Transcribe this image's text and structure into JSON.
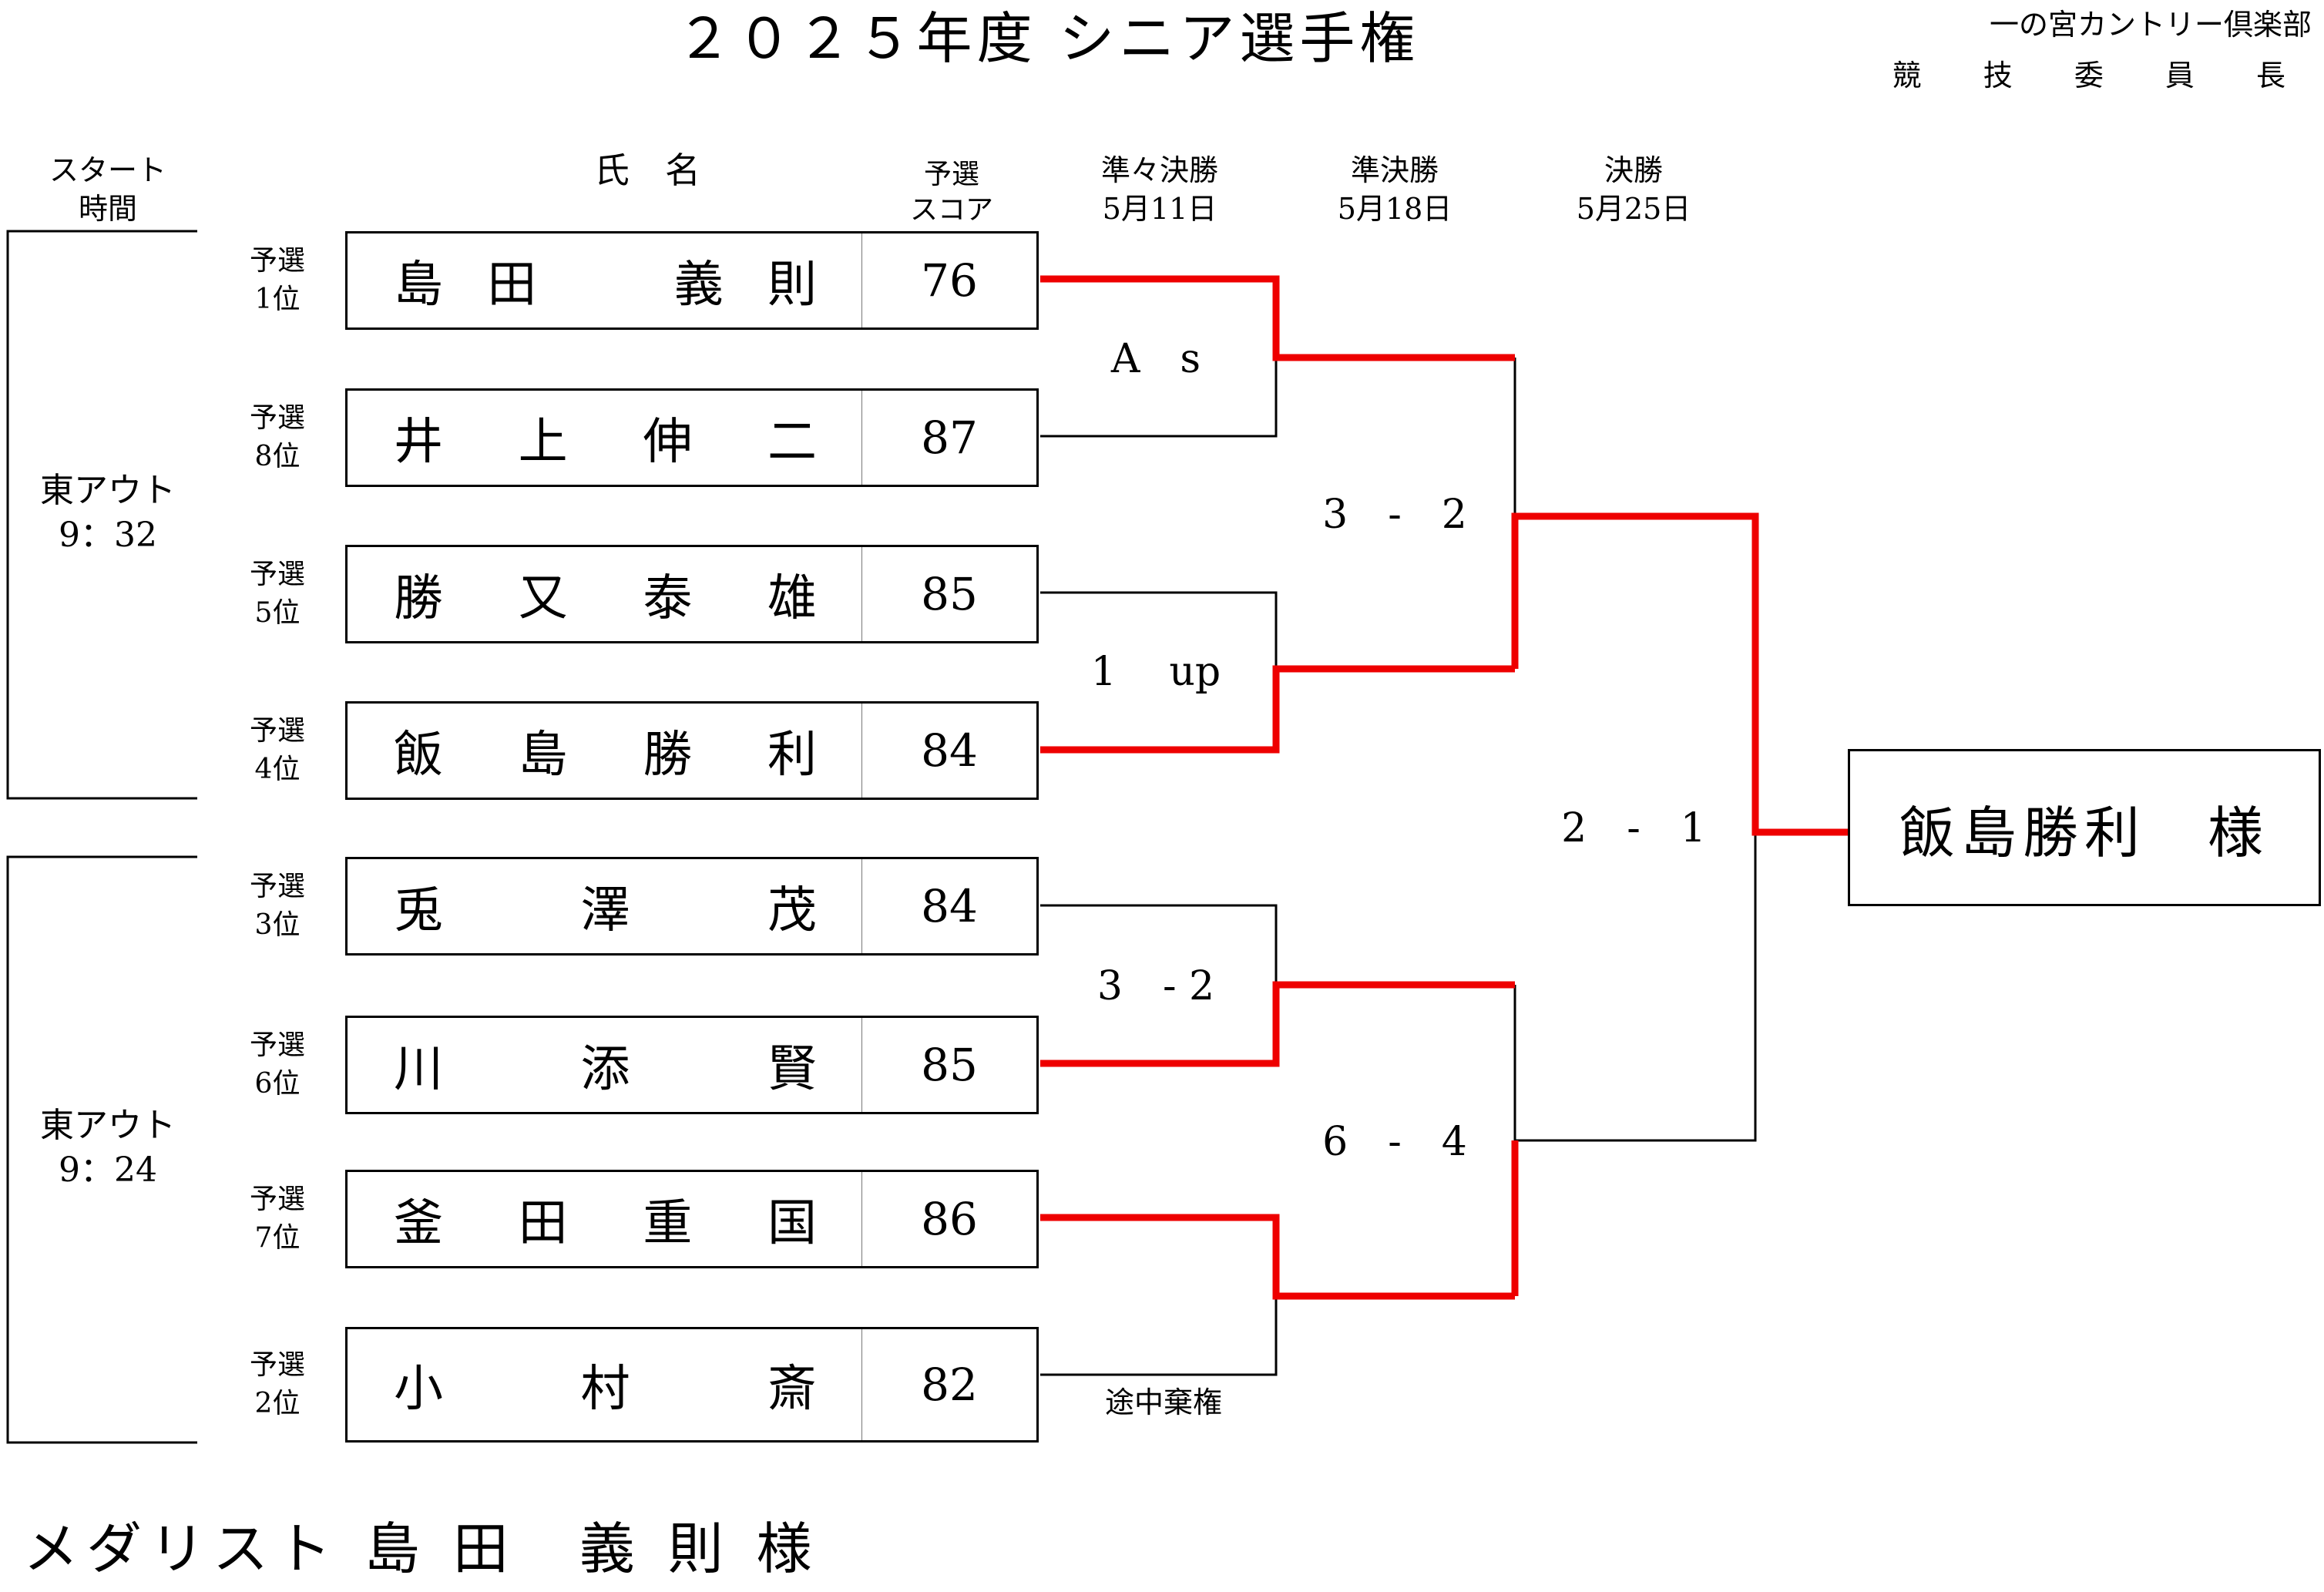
{
  "title": "２０２５年度 シニア選手権",
  "organization": {
    "name": "一の宮カントリー倶楽部",
    "role": "競 技 委 員 長"
  },
  "headers": {
    "start_time_line1": "スタート",
    "start_time_line2": "時間",
    "name": "氏　名",
    "score_line1": "予選",
    "score_line2": "スコア",
    "qf_line1": "準々決勝",
    "qf_line2": "5月11日",
    "sf_line1": "準決勝",
    "sf_line2": "5月18日",
    "final_line1": "決勝",
    "final_line2": "5月25日"
  },
  "blocks": [
    {
      "line1": "東アウト",
      "line2": "9：32"
    },
    {
      "line1": "東アウト",
      "line2": "9：24"
    }
  ],
  "players": [
    {
      "rank_line1": "予選",
      "rank_line2": "1位",
      "name_chars": [
        "島",
        "田",
        "",
        "義",
        "則"
      ],
      "score": "76"
    },
    {
      "rank_line1": "予選",
      "rank_line2": "8位",
      "name_chars": [
        "井",
        "上",
        "伸",
        "二"
      ],
      "score": "87"
    },
    {
      "rank_line1": "予選",
      "rank_line2": "5位",
      "name_chars": [
        "勝",
        "又",
        "泰",
        "雄"
      ],
      "score": "85"
    },
    {
      "rank_line1": "予選",
      "rank_line2": "4位",
      "name_chars": [
        "飯",
        "島",
        "勝",
        "利"
      ],
      "score": "84"
    },
    {
      "rank_line1": "予選",
      "rank_line2": "3位",
      "name_chars": [
        "兎",
        "",
        "澤",
        "",
        "茂"
      ],
      "score": "84"
    },
    {
      "rank_line1": "予選",
      "rank_line2": "6位",
      "name_chars": [
        "川",
        "",
        "添",
        "",
        "賢"
      ],
      "score": "85"
    },
    {
      "rank_line1": "予選",
      "rank_line2": "7位",
      "name_chars": [
        "釜",
        "田",
        "重",
        "国"
      ],
      "score": "86"
    },
    {
      "rank_line1": "予選",
      "rank_line2": "2位",
      "name_chars": [
        "小",
        "",
        "村",
        "",
        "斎"
      ],
      "score": "82"
    }
  ],
  "results": {
    "qf1": "A　s",
    "qf2": "1　 up",
    "qf3": "3　- 2",
    "qf4_note": "途中棄権",
    "sf1": "3　-　2",
    "sf2": "6　-　4",
    "final": "2　-　1"
  },
  "champion": "飯島勝利　様",
  "medalist": "メダリスト 島 田　義 則 様",
  "colors": {
    "winner_line": "#ee0000",
    "loser_line": "#000000"
  }
}
